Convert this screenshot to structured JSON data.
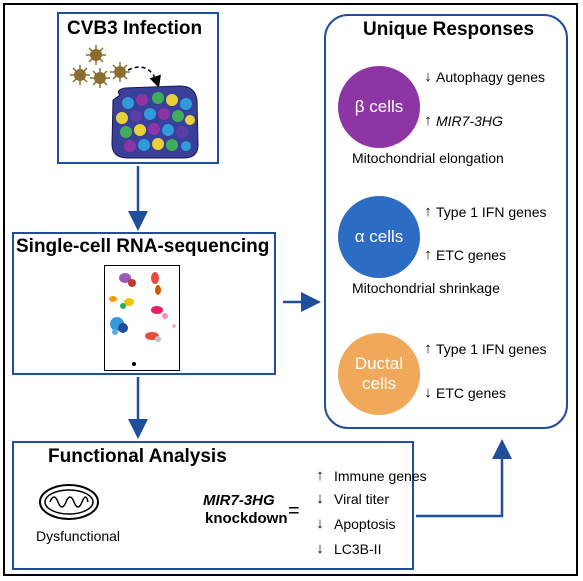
{
  "infection": {
    "title": "CVB3 Infection"
  },
  "sequencing": {
    "title": "Single-cell RNA-sequencing"
  },
  "functional": {
    "title": "Functional Analysis",
    "left_label": "Dysfunctional",
    "gene_label_1": "MIR7-3HG",
    "gene_label_2": "knockdown",
    "equals": "=",
    "effects": [
      {
        "direction": "up",
        "arrow": "↑",
        "label": "Immune genes"
      },
      {
        "direction": "down",
        "arrow": "↓",
        "label": "Viral titer"
      },
      {
        "direction": "down",
        "arrow": "↓",
        "label": "Apoptosis"
      },
      {
        "direction": "down",
        "arrow": "↓",
        "label": "LC3B-II"
      }
    ]
  },
  "responses": {
    "title": "Unique Responses",
    "beta": {
      "label": "β cells",
      "color": "#8e35a6",
      "items": [
        {
          "direction": "down",
          "arrow": "↓",
          "label": "Autophagy genes"
        },
        {
          "direction": "up",
          "arrow": "↑",
          "label": "MIR7-3HG"
        }
      ],
      "caption": "Mitochondrial elongation"
    },
    "alpha": {
      "label": "α cells",
      "color": "#2d6cc3",
      "items": [
        {
          "direction": "up",
          "arrow": "↑",
          "label": "Type 1 IFN genes"
        },
        {
          "direction": "up",
          "arrow": "↑",
          "label": "ETC genes"
        }
      ],
      "caption": "Mitochondrial shrinkage"
    },
    "ductal": {
      "label_1": "Ductal",
      "label_2": "cells",
      "color": "#f0a95a",
      "items": [
        {
          "direction": "up",
          "arrow": "↑",
          "label": "Type 1 IFN genes"
        },
        {
          "direction": "down",
          "arrow": "↓",
          "label": "ETC genes"
        }
      ]
    }
  },
  "colors": {
    "box_border": "#1f4e9c",
    "arrow": "#1f4e9c"
  },
  "icons": [
    "virus-icon",
    "islet-cells-icon",
    "umap-plot-icon",
    "mitochondrion-icon"
  ]
}
